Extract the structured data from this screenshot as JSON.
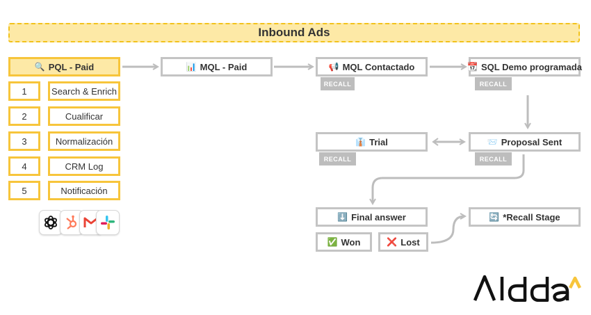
{
  "title": "Inbound Ads",
  "pql": {
    "icon": "🔍",
    "label": "PQL - Paid"
  },
  "steps": [
    {
      "num": "1",
      "label": "Search & Enrich"
    },
    {
      "num": "2",
      "label": "Cualificar"
    },
    {
      "num": "3",
      "label": "Normalización"
    },
    {
      "num": "4",
      "label": "CRM Log"
    },
    {
      "num": "5",
      "label": "Notificación"
    }
  ],
  "nodes": {
    "mql": {
      "icon": "📊",
      "label": "MQL - Paid"
    },
    "mql_contactado": {
      "icon": "📢",
      "label": "MQL Contactado"
    },
    "sql_demo": {
      "icon": "📆",
      "label": "SQL Demo programada"
    },
    "trial": {
      "icon": "👔",
      "label": "Trial"
    },
    "proposal": {
      "icon": "📨",
      "label": "Proposal Sent"
    },
    "final_answer": {
      "icon": "⬇️",
      "label": "Final answer"
    },
    "recall_stage": {
      "icon": "🔄",
      "label": "*Recall Stage"
    },
    "won": {
      "icon": "✅",
      "label": "Won"
    },
    "lost": {
      "icon": "❌",
      "label": "Lost"
    }
  },
  "recall_label": "RECALL",
  "apps": [
    "openai-icon",
    "hubspot-icon",
    "gmail-icon",
    "slack-icon"
  ],
  "logo": {
    "text": "Aidda"
  },
  "colors": {
    "accent_yellow": "#f7c53b",
    "banner_fill": "#fde9a6",
    "node_border": "#c4c4c4",
    "recall_fill": "#bdbdbd",
    "arrow": "#bdbdbd",
    "logo": "#111111",
    "logo_accent": "#f7c53b"
  }
}
